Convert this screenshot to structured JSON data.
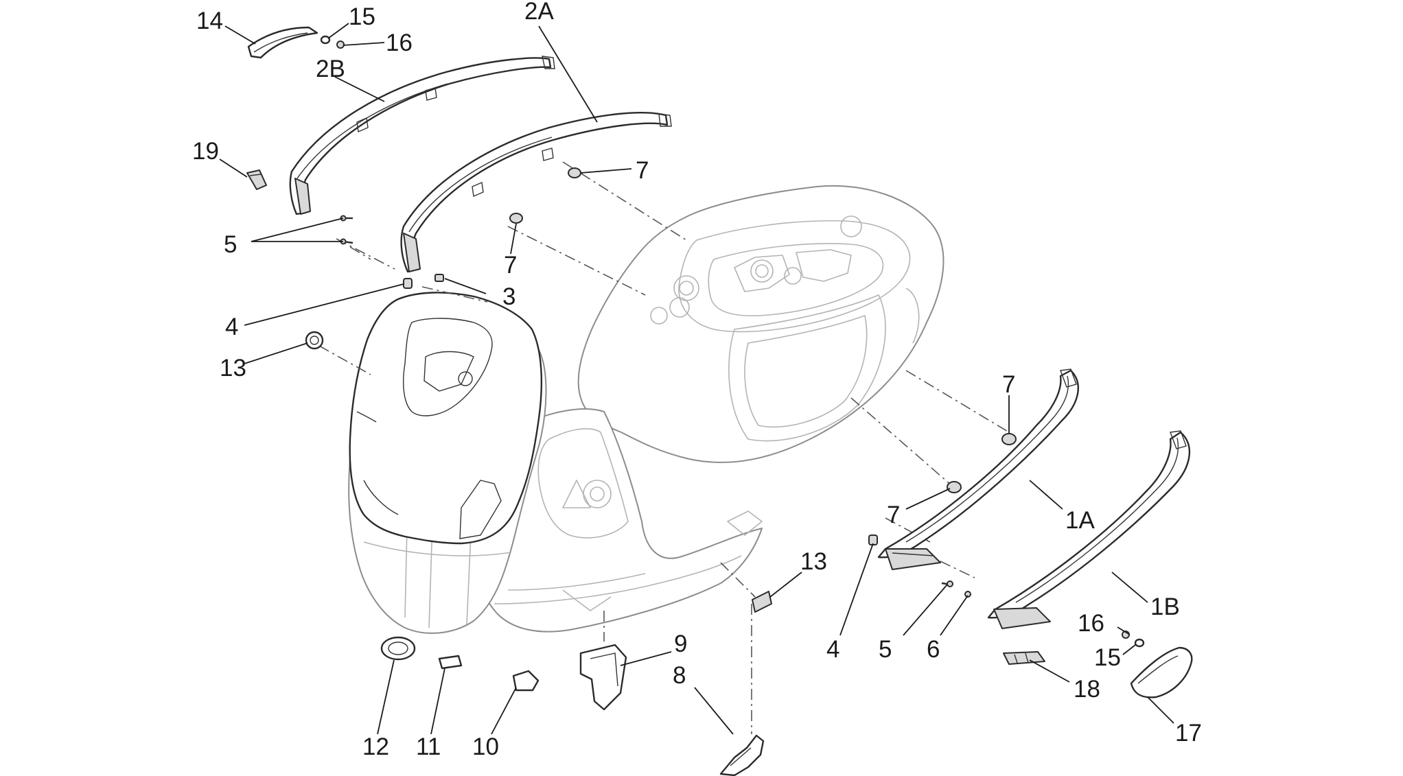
{
  "diagram": {
    "labels": {
      "l_1a": "1A",
      "l_1b": "1B",
      "l_2a": "2A",
      "l_2b": "2B",
      "l_3": "3",
      "l_4_top": "4",
      "l_4_bottom": "4",
      "l_5_top": "5",
      "l_5_bottom": "5",
      "l_6": "6",
      "l_7_upper": "7",
      "l_7_mid": "7",
      "l_7_right": "7",
      "l_7_lower": "7",
      "l_8": "8",
      "l_9": "9",
      "l_10": "10",
      "l_11": "11",
      "l_12": "12",
      "l_13_left": "13",
      "l_13_right": "13",
      "l_14": "14",
      "l_15_top": "15",
      "l_15_bottom": "15",
      "l_16_top": "16",
      "l_16_bottom": "16",
      "l_17": "17",
      "l_18": "18",
      "l_19": "19"
    }
  }
}
